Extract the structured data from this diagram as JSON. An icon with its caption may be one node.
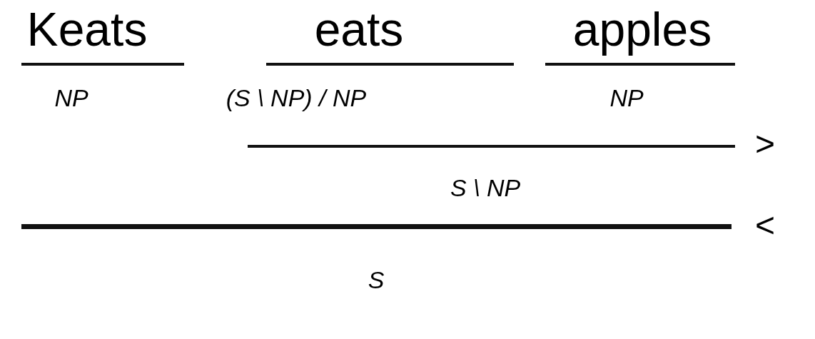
{
  "diagram": {
    "labels": [
      "Keats",
      "eats",
      "apples",
      "NP",
      "(S \\ NP) / NP",
      "NP",
      ">",
      "S \\ NP",
      "<",
      "S"
    ]
  }
}
